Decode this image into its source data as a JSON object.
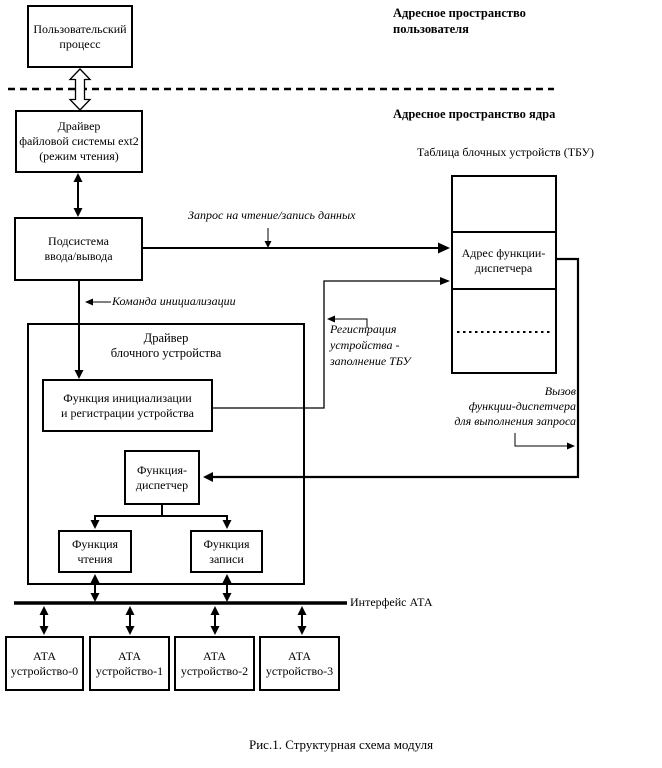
{
  "headings": {
    "user_space": "Адресное пространство\nпользователя",
    "kernel_space": "Адресное пространство ядра",
    "tbu_title": "Таблица блочных устройств (ТБУ)"
  },
  "boxes": {
    "user_process": "Пользовательский\nпроцесс",
    "ext2_driver": "Драйвер\nфайловой системы ext2\n(режим чтения)",
    "io_subsystem": "Подсистема\nввода/вывода",
    "block_driver_title": "Драйвер\nблочного устройства",
    "init_function": "Функция инициализации\nи регистрации устройства",
    "dispatcher_function": "Функция-\nдиспетчер",
    "read_function": "Функция\nчтения",
    "write_function": "Функция\nзаписи",
    "tbu_dispatcher_cell": "Адрес функции-\nдиспетчера",
    "ata_devices": [
      "АТА\nустройство-0",
      "АТА\nустройство-1",
      "АТА\nустройство-2",
      "АТА\nустройство-3"
    ]
  },
  "labels": {
    "request": "Запрос на чтение/запись данных",
    "init_command": "Команда инициализации",
    "registration": "Регистрация\nустройства -\nзаполнение ТБУ",
    "dispatcher_call": "Вызов\nфункции-диспетчера\nдля выполнения запроса",
    "ata_interface": "Интерфейс АТА"
  },
  "caption": "Рис.1. Структурная схема модуля",
  "colors": {
    "line": "#000000",
    "background": "#ffffff"
  }
}
